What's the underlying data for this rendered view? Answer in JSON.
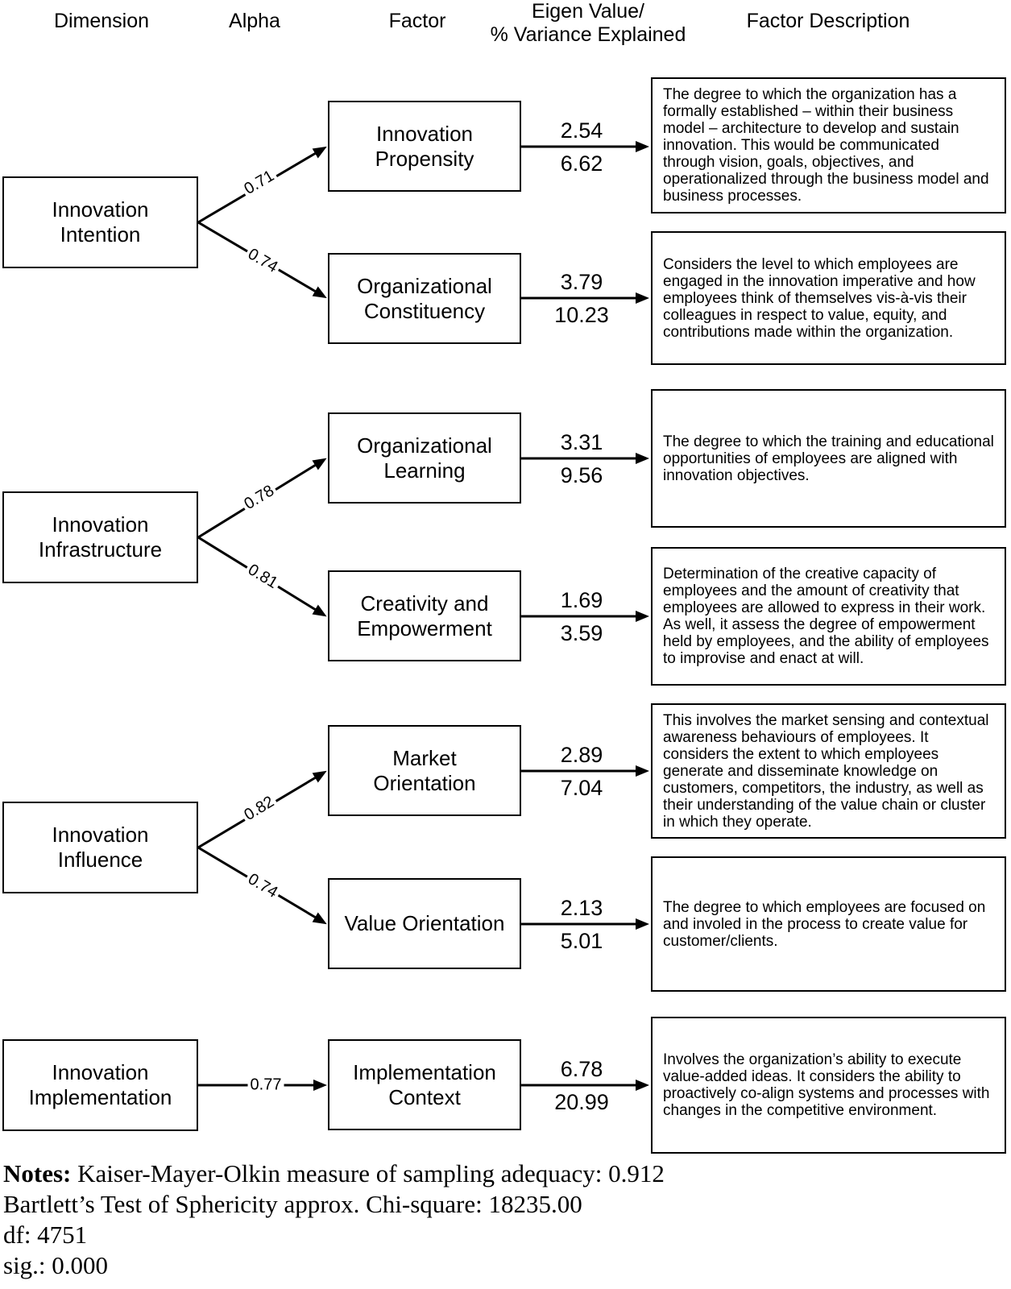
{
  "header": {
    "dimension": "Dimension",
    "alpha": "Alpha",
    "factor": "Factor",
    "eigen_line1": "Eigen Value/",
    "eigen_line2": "% Variance Explained",
    "description": "Factor Description"
  },
  "groups": [
    {
      "dimension": "Innovation Intention",
      "factors": [
        {
          "alpha": "0.71",
          "name": "Innovation Propensity",
          "eigen": "2.54",
          "variance": "6.62",
          "description": "The degree to which the organization has a formally established – within their business model – architecture to develop and sustain innovation. This would be communicated through vision, goals, objectives, and operationalized through the business model and business processes."
        },
        {
          "alpha": "0.74",
          "name": "Organizational Constituency",
          "eigen": "3.79",
          "variance": "10.23",
          "description": "Considers the level to which employees are engaged in the innovation imperative and how employees think of themselves vis-à-vis their colleagues in respect to value, equity, and contributions made within the organization."
        }
      ]
    },
    {
      "dimension": "Innovation Infrastructure",
      "factors": [
        {
          "alpha": "0.78",
          "name": "Organizational Learning",
          "eigen": "3.31",
          "variance": "9.56",
          "description": "The degree to which the training and educational opportunities of employees are aligned with innovation objectives."
        },
        {
          "alpha": "0.81",
          "name": "Creativity and Empowerment",
          "eigen": "1.69",
          "variance": "3.59",
          "description": "Determination of the creative capacity of employees and the amount of creativity that employees are allowed to express in their work. As well, it assess the degree of empowerment held by employees, and the ability of employees to improvise and enact at will."
        }
      ]
    },
    {
      "dimension": "Innovation Influence",
      "factors": [
        {
          "alpha": "0.82",
          "name": "Market Orientation",
          "eigen": "2.89",
          "variance": "7.04",
          "description": "This involves the market sensing and contextual awareness behaviours of employees. It considers the extent to which employees generate and disseminate knowledge on customers, competitors, the industry, as well as their understanding of the value chain or cluster in which they operate."
        },
        {
          "alpha": "0.74",
          "name": "Value Orientation",
          "eigen": "2.13",
          "variance": "5.01",
          "description": "The degree to which employees are focused on and involed in the process to create value for customer/clients."
        }
      ]
    },
    {
      "dimension": "Innovation Implementation",
      "factors": [
        {
          "alpha": "0.77",
          "name": "Implementation Context",
          "eigen": "6.78",
          "variance": "20.99",
          "description": "Involves the organization’s ability to execute value-added ideas. It considers the ability to proactively co-align systems and processes with changes in the competitive environment."
        }
      ]
    }
  ],
  "notes": {
    "label": "Notes:",
    "line1": "Kaiser-Mayer-Olkin measure of sampling adequacy: 0.912",
    "line2": "Bartlett’s Test of Sphericity approx. Chi-square: 18235.00",
    "line3": "df: 4751",
    "line4": "sig.: 0.000"
  }
}
